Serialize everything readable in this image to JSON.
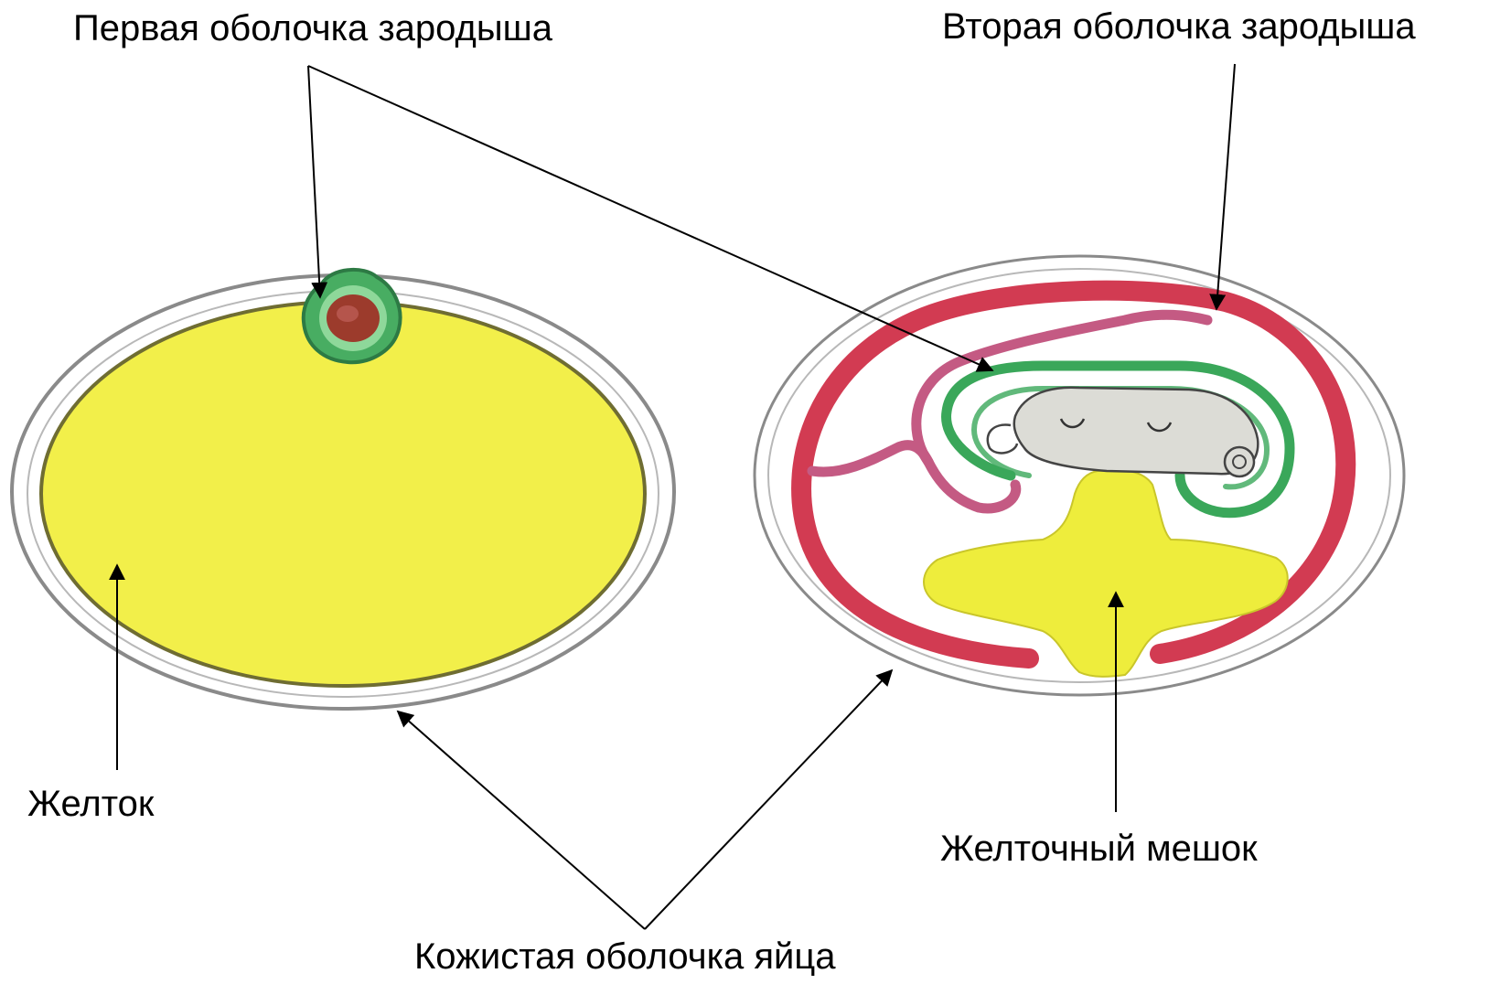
{
  "labels": {
    "first_membrane": "Первая оболочка зародыша",
    "second_membrane": "Вторая оболочка зародыша",
    "yolk": "Желток",
    "yolk_sac": "Желточный мешок",
    "leathery_shell": "Кожистая оболочка яйца"
  },
  "colors": {
    "yolk": "#f2ef4a",
    "yolk_sac": "#eeed3c",
    "first_membrane": "#3aa75a",
    "second_membrane": "#d23b52",
    "allantois": "#c45a83",
    "embryo": "#dcdcd6",
    "embryo_disc": "#9c3b2c",
    "shell_line": "#8a8a8a"
  }
}
